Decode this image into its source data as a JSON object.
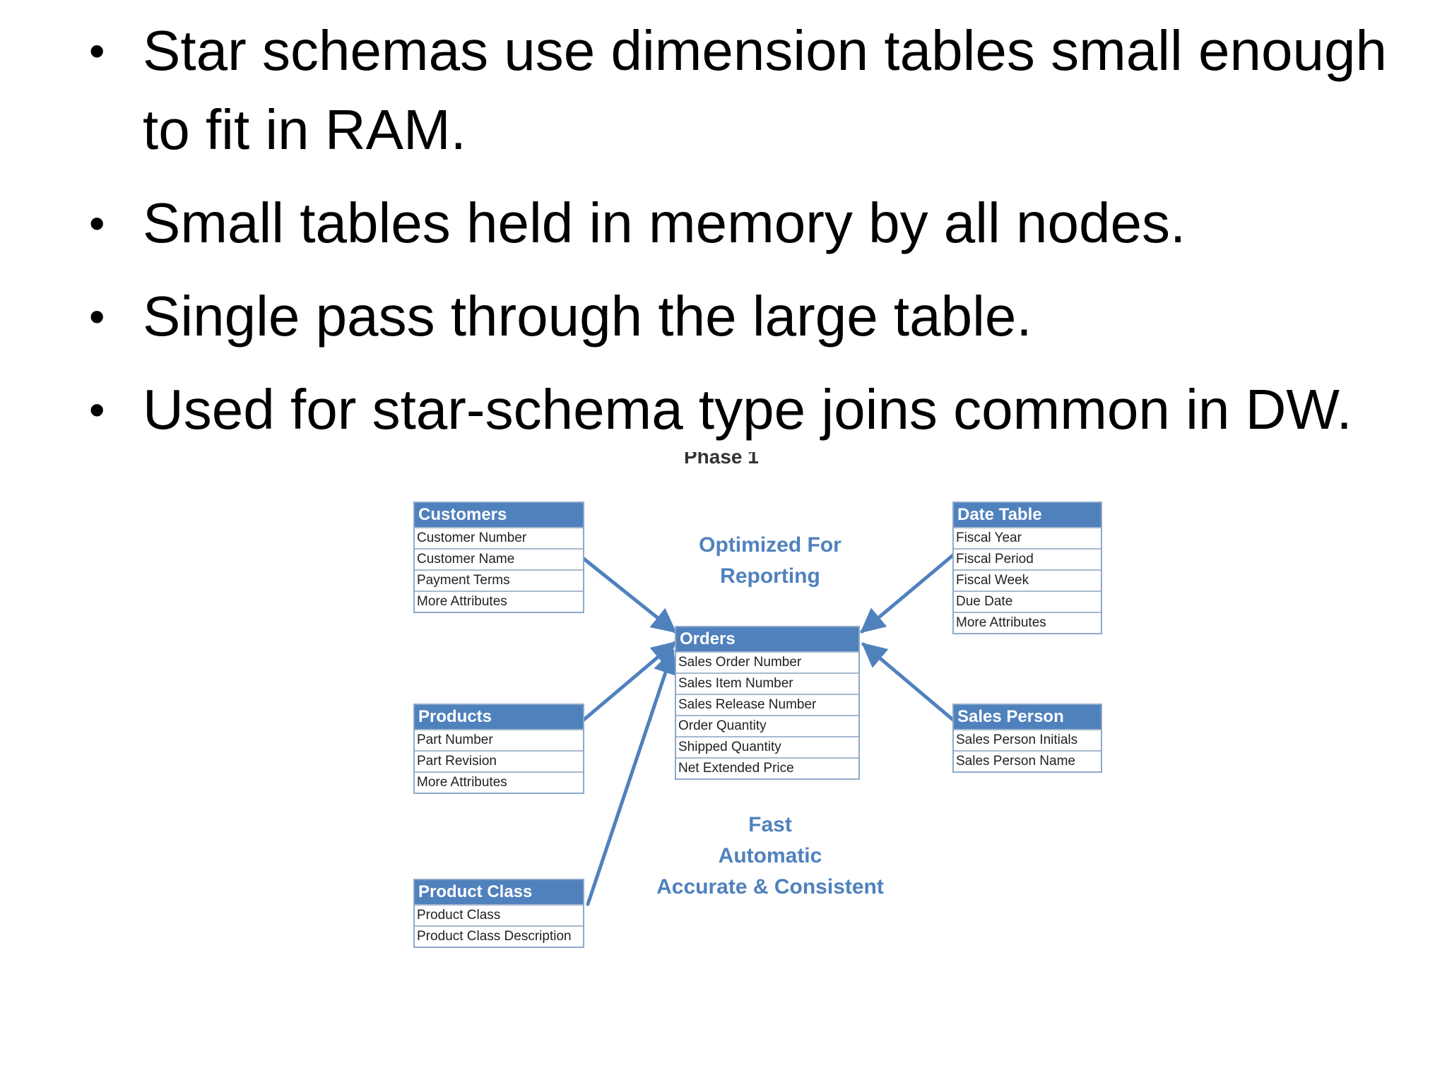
{
  "bullets": [
    "Star schemas use dimension tables small enough to fit in RAM.",
    "Small tables held in memory by all nodes.",
    "Single pass through the large table.",
    "Used for star-schema type joins common in DW."
  ],
  "bullet_glyph": "•",
  "diagram": {
    "phase_label": "Phase 1",
    "accent_color": "#4f81bd",
    "tables": {
      "customers": {
        "title": "Customers",
        "rows": [
          "Customer Number",
          "Customer Name",
          "Payment Terms",
          "More Attributes"
        ]
      },
      "date_table": {
        "title": "Date Table",
        "rows": [
          "Fiscal Year",
          "Fiscal Period",
          "Fiscal Week",
          "Due Date",
          "More Attributes"
        ]
      },
      "orders": {
        "title": "Orders",
        "rows": [
          "Sales Order Number",
          "Sales Item Number",
          "Sales Release Number",
          "Order Quantity",
          "Shipped Quantity",
          "Net Extended Price"
        ]
      },
      "products": {
        "title": "Products",
        "rows": [
          "Part Number",
          "Part Revision",
          "More Attributes"
        ]
      },
      "sales_person": {
        "title": "Sales Person",
        "rows": [
          "Sales Person Initials",
          "Sales Person Name"
        ]
      },
      "product_class": {
        "title": "Product Class",
        "rows": [
          "Product Class",
          "Product Class Description"
        ]
      }
    },
    "note_top": [
      "Optimized For",
      "Reporting"
    ],
    "note_bottom": [
      "Fast",
      "Automatic",
      "Accurate & Consistent"
    ]
  }
}
